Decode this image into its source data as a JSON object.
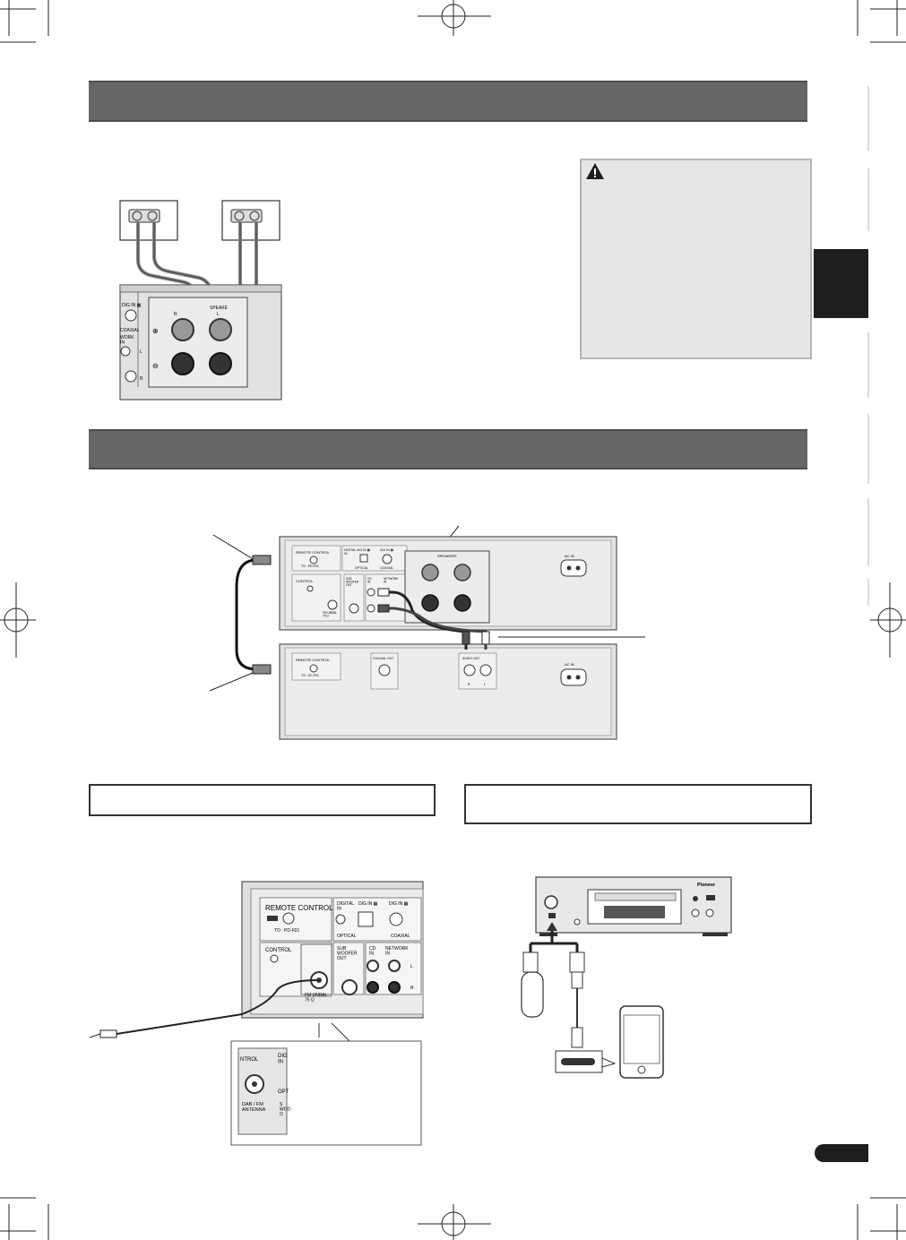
{
  "speaker_figure": {
    "panel_labels": {
      "dig_in": "DIG IN ▦",
      "coaxial": "COAXIAL",
      "network_in": "WORK\nIN",
      "l": "L",
      "r": "R",
      "speakers": "SPEAKE",
      "r_mark": "R",
      "l_mark": "L",
      "plus": "⊕",
      "minus": "⊖"
    }
  },
  "pd_figure": {
    "top_unit": {
      "remote_control": "REMOTE CONTROL",
      "to_pdf01": "TO : PD-F01",
      "digital_in": "DIGITAL\nIN",
      "dig_in": "DIG IN ▦",
      "dig_in2": "DIG IN ▦",
      "optical": "OPTICAL",
      "coaxial": "COAXIAL",
      "control": "CONTROL",
      "sub_woofer_out": "SUB\nWOOFER\nOUT",
      "cd_in": "CD\nIN",
      "network_in": "NETWORK\nIN",
      "speakers": "SPEAKERS",
      "fm_unbal": "FM UNBAL\n75 Ω",
      "ac_in": "AC IN"
    },
    "bottom_unit": {
      "remote_control": "REMOTE CONTROL",
      "to_pdf": "TO : XC-P01",
      "coaxial_out": "COAXIAL OUT",
      "audio_out": "AUDIO OUT",
      "r": "R",
      "l": "L",
      "ac_in": "AC IN"
    }
  },
  "fm_figure": {
    "labels": {
      "remote_control": "REMOTE CONTROL",
      "to_pdf01": "TO : PD-F01",
      "digital_in": "DIGITAL\nIN",
      "dig_in": "DIG IN ▦",
      "dig_in2": "DIG IN ▦",
      "optical": "OPTICAL",
      "coaxial": "COAXIAL",
      "control": "CONTROL",
      "sub_woofer_out": "SUB\nWOOFER\nOUT",
      "cd_in": "CD\nIN",
      "network_in": "NETWORK\nIN",
      "fm_unbal": "FM UNBAL\n75 Ω",
      "l": "L",
      "r": "R"
    },
    "inset_labels": {
      "ntrol": "NTROL",
      "dig": "DIG\nIN",
      "opt": "OPT",
      "dab_fm": "DAB / FM\nANTENNA",
      "side": "S\nWOO\nO"
    }
  },
  "usb_figure": {
    "brand": "Pioneer"
  },
  "colors": {
    "banner": "#666666",
    "warn_bg": "#e6e6e6",
    "tab": "#1e1e1e"
  },
  "icons": [
    "warning-icon",
    "usb-flash-drive-icon",
    "iphone-icon",
    "usb-cable-icon",
    "fm-antenna-icon"
  ]
}
